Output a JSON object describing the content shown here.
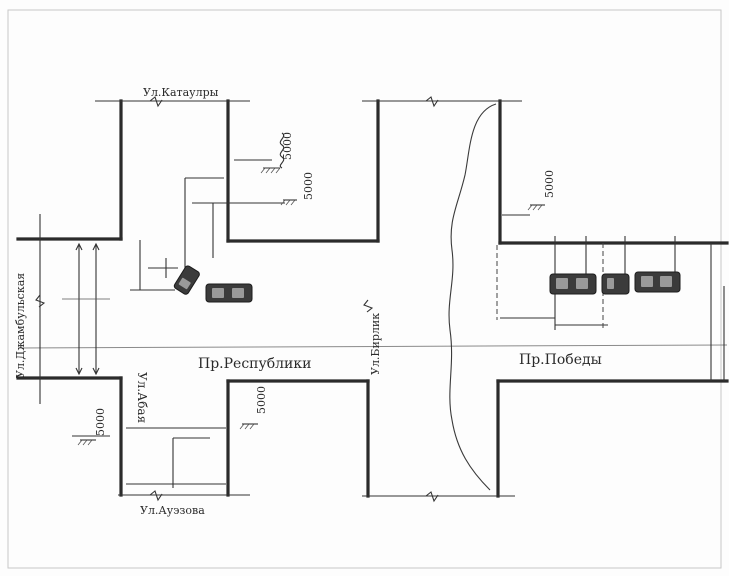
{
  "streets": {
    "top_left": "Ул.Катаулры",
    "left_vertical": "Ул.Джамбульская",
    "mid_vertical_left": "Ул.Абая",
    "bottom": "Ул.Ауэзова",
    "mid_vertical_right": "Ул.Бирлик"
  },
  "avenues": {
    "republic": "Пр.Республики",
    "victory": "Пр.Победы"
  },
  "measurements": {
    "m1": "5000",
    "m2": "5000",
    "m3": "5000",
    "m4": "5000",
    "m5": "5000"
  },
  "colors": {
    "ink": "#2b2b2b",
    "background": "#fdfdfd",
    "axis": "#8a8a8a"
  }
}
